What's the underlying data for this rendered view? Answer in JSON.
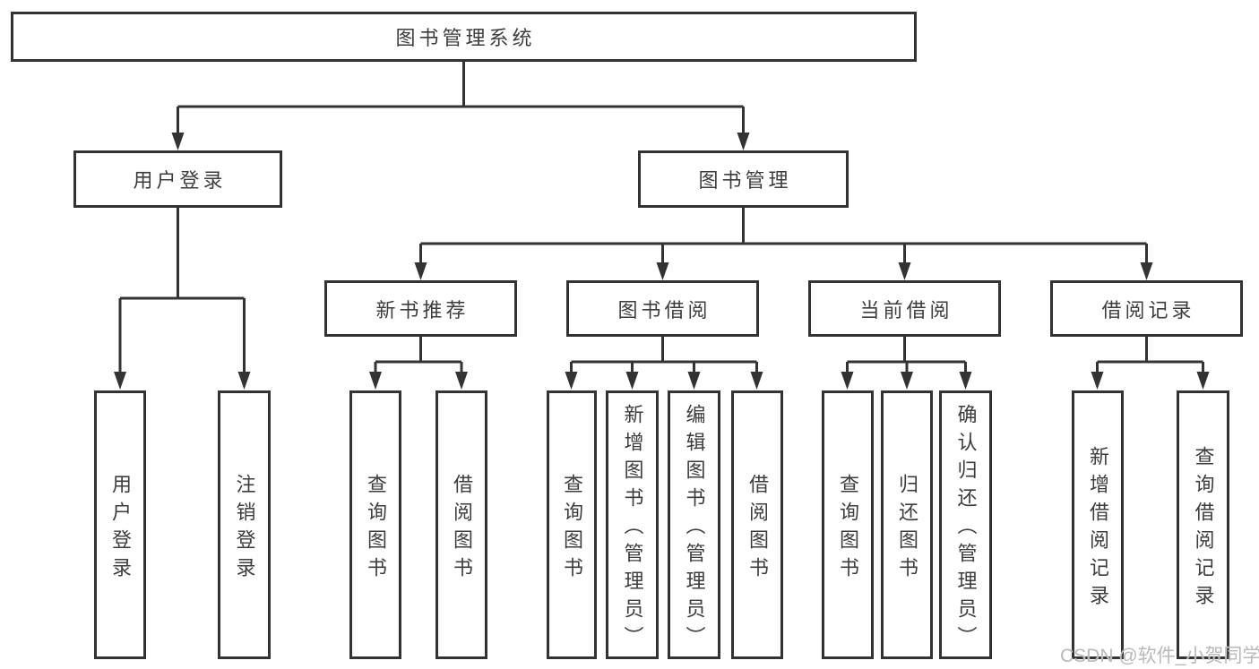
{
  "diagram": {
    "title": "图书管理系统",
    "nodes": {
      "root": "图书管理系统",
      "user_login": "用户登录",
      "book_management": "图书管理",
      "new_book_recommend": "新书推荐",
      "book_borrowing": "图书借阅",
      "current_borrowing": "当前借阅",
      "borrowing_records": "借阅记录",
      "user_login_leaf": "用户登录",
      "logout_leaf": "注销登录",
      "query_books_recommend": "查询图书",
      "borrow_books_recommend": "借阅图书",
      "query_books_borrowing": "查询图书",
      "add_book_admin": "新增图书（管理员）",
      "edit_book_admin": "编辑图书（管理员）",
      "borrow_books_borrowing": "借阅图书",
      "query_books_current": "查询图书",
      "return_books": "归还图书",
      "confirm_return_admin": "确认归还（管理员）",
      "add_borrow_record": "新增借阅记录",
      "query_borrow_record": "查询借阅记录"
    },
    "hierarchy": {
      "root": [
        "user_login",
        "book_management"
      ],
      "user_login": [
        "user_login_leaf",
        "logout_leaf"
      ],
      "book_management": [
        "new_book_recommend",
        "book_borrowing",
        "current_borrowing",
        "borrowing_records"
      ],
      "new_book_recommend": [
        "query_books_recommend",
        "borrow_books_recommend"
      ],
      "book_borrowing": [
        "query_books_borrowing",
        "add_book_admin",
        "edit_book_admin",
        "borrow_books_borrowing"
      ],
      "current_borrowing": [
        "query_books_current",
        "return_books",
        "confirm_return_admin"
      ],
      "borrowing_records": [
        "add_borrow_record",
        "query_borrow_record"
      ]
    },
    "colors": {
      "line": "#333333",
      "text": "#3d3d3d",
      "watermark": "#b9b9b9",
      "background": "#ffffff"
    },
    "watermark": "CSDN @软件_小贺同学"
  }
}
